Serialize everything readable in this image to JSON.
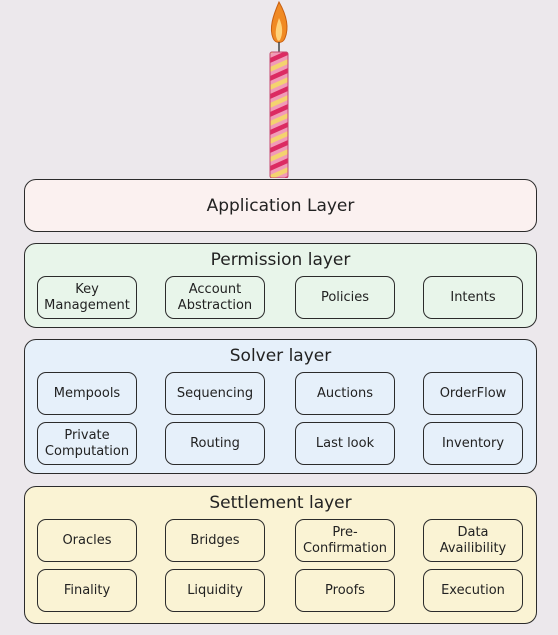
{
  "candle": {
    "stripe_colors": [
      "#f19bb8",
      "#dc2a62",
      "#f4d36f"
    ],
    "flame_color": "#f08a24"
  },
  "application_layer": {
    "title": "Application Layer"
  },
  "permission_layer": {
    "title": "Permission layer",
    "items": [
      "Key\nManagement",
      "Account\nAbstraction",
      "Policies",
      "Intents"
    ]
  },
  "solver_layer": {
    "title": "Solver layer",
    "items": [
      "Mempools",
      "Sequencing",
      "Auctions",
      "OrderFlow",
      "Private\nComputation",
      "Routing",
      "Last look",
      "Inventory"
    ]
  },
  "settlement_layer": {
    "title": "Settlement layer",
    "items": [
      "Oracles",
      "Bridges",
      "Pre-\nConfirmation",
      "Data\nAvailibility",
      "Finality",
      "Liquidity",
      "Proofs",
      "Execution"
    ]
  }
}
